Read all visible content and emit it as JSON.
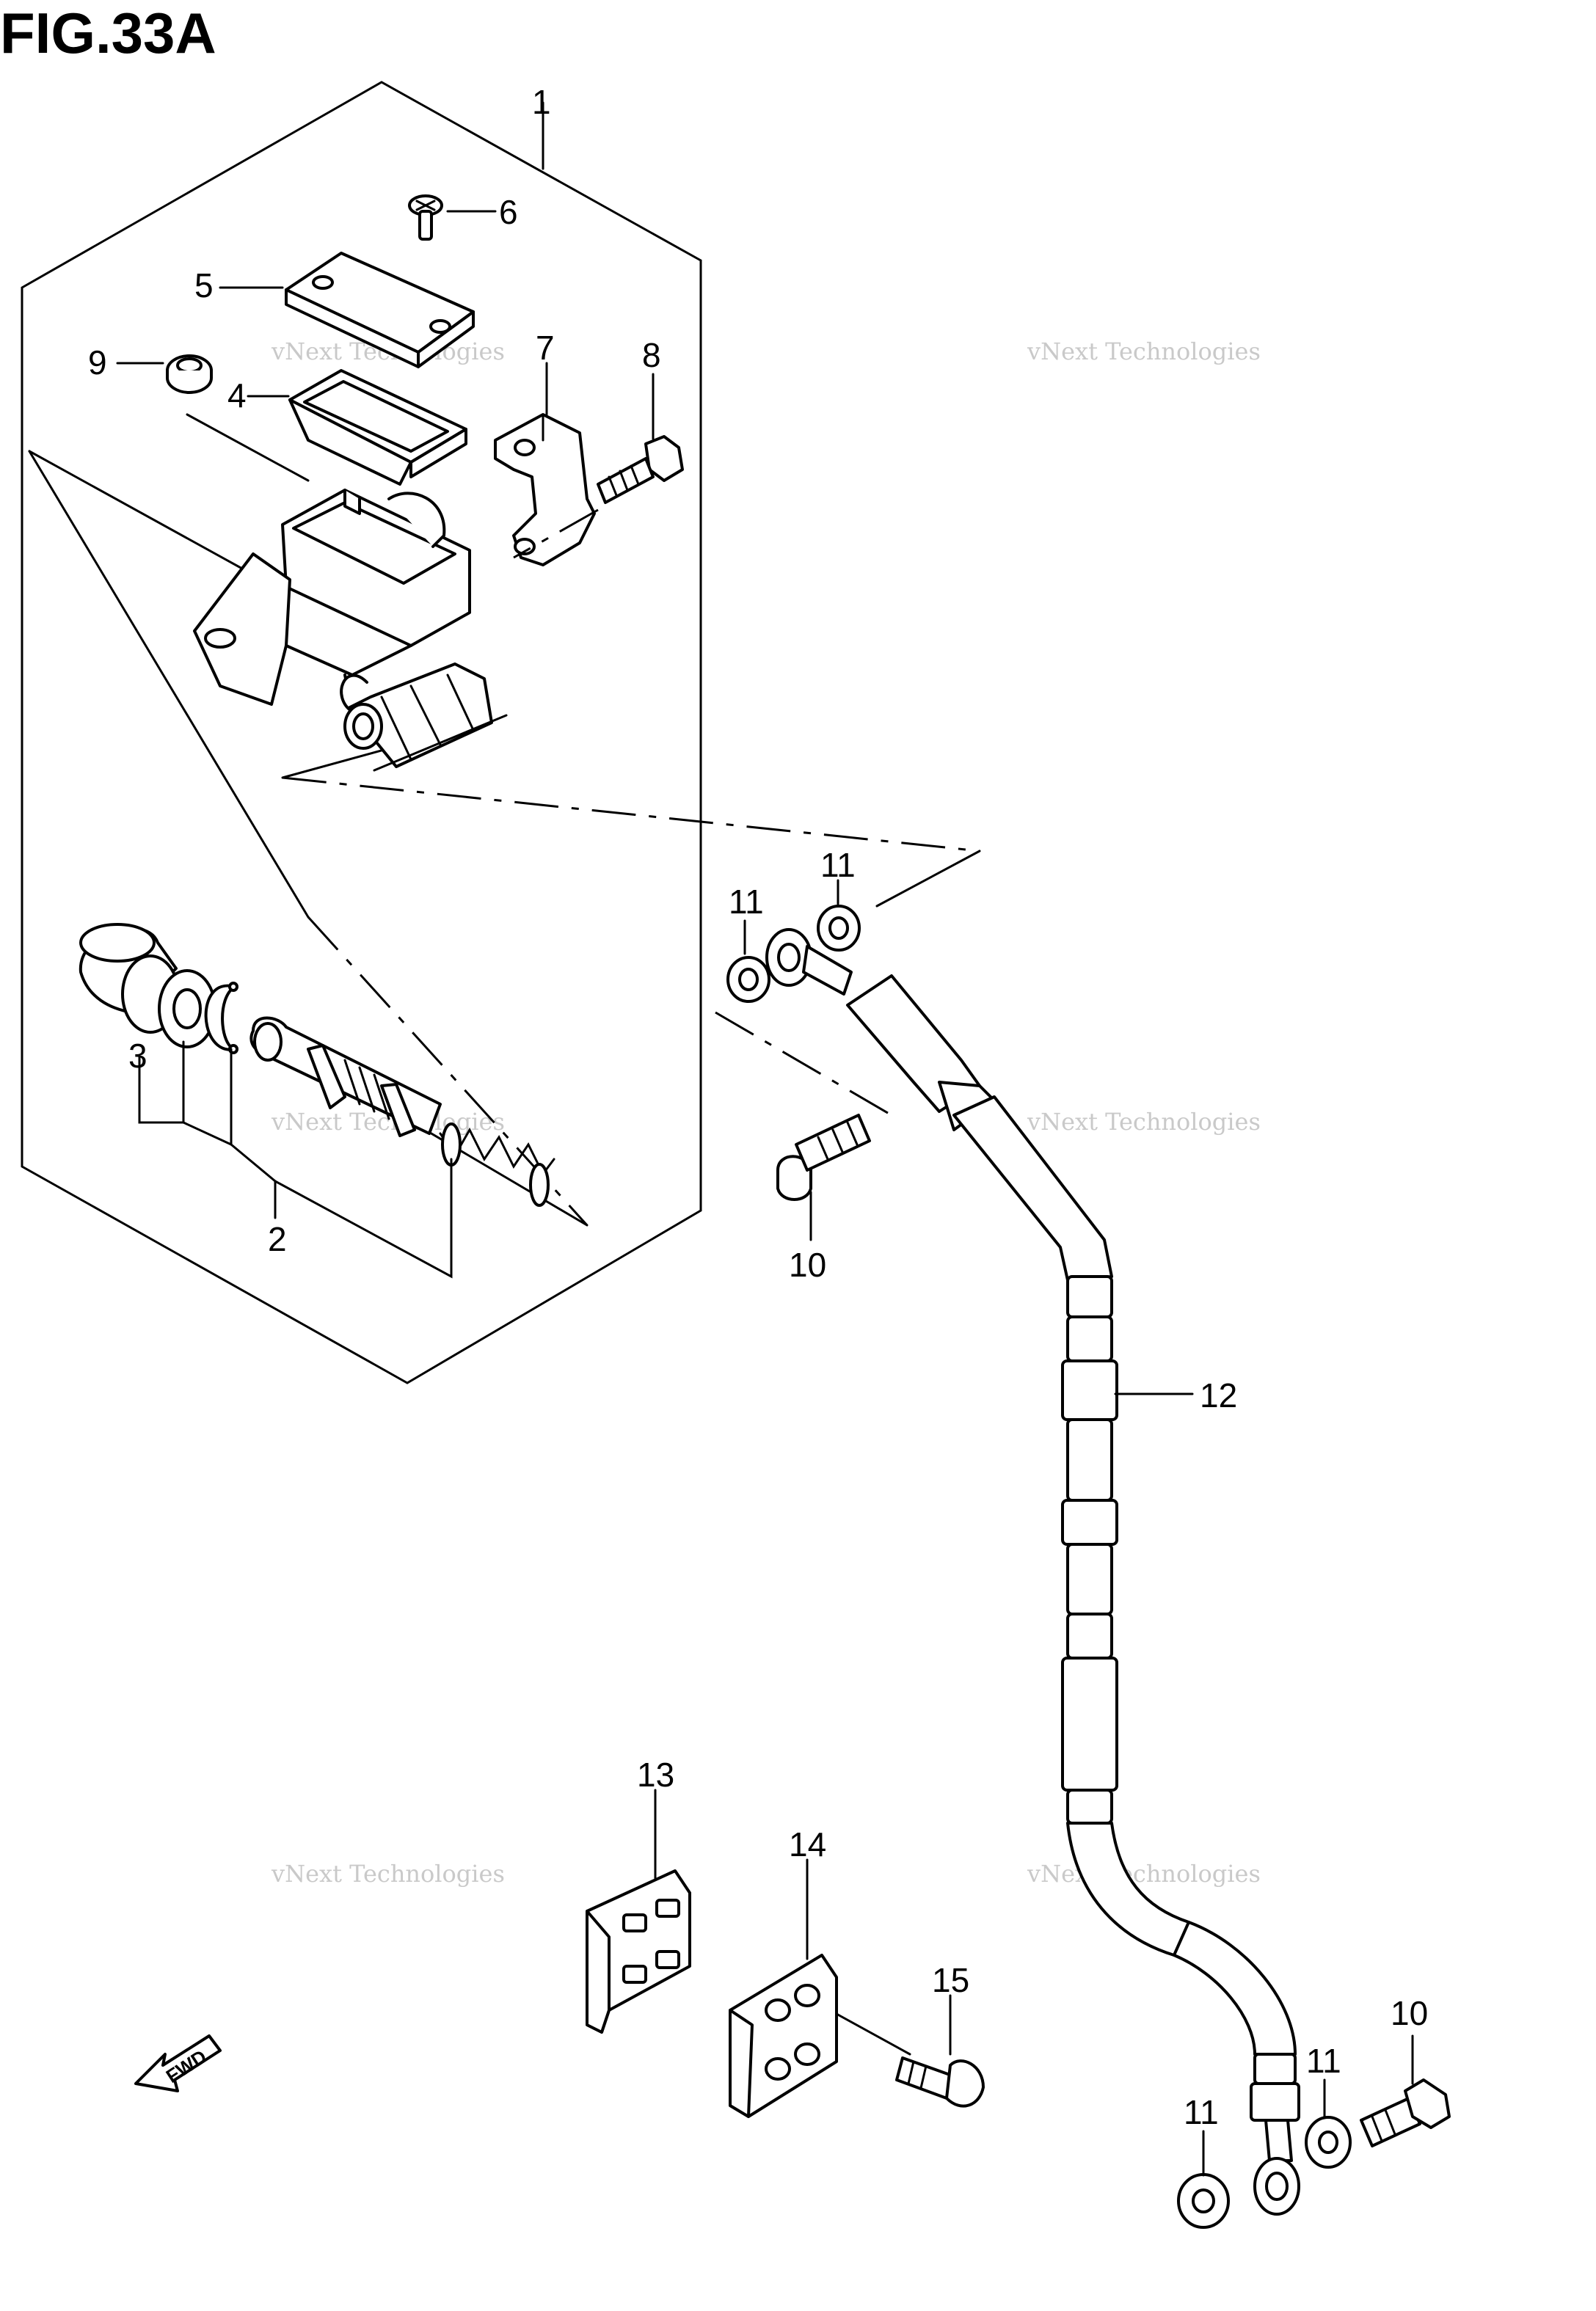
{
  "figure": {
    "title": "FIG.33A"
  },
  "callouts": [
    {
      "id": "1",
      "label": "1"
    },
    {
      "id": "2",
      "label": "2"
    },
    {
      "id": "3",
      "label": "3"
    },
    {
      "id": "4",
      "label": "4"
    },
    {
      "id": "5",
      "label": "5"
    },
    {
      "id": "6",
      "label": "6"
    },
    {
      "id": "7",
      "label": "7"
    },
    {
      "id": "8",
      "label": "8"
    },
    {
      "id": "9",
      "label": "9"
    },
    {
      "id": "10a",
      "label": "10"
    },
    {
      "id": "10b",
      "label": "10"
    },
    {
      "id": "11a",
      "label": "11"
    },
    {
      "id": "11b",
      "label": "11"
    },
    {
      "id": "11c",
      "label": "11"
    },
    {
      "id": "11d",
      "label": "11"
    },
    {
      "id": "12",
      "label": "12"
    },
    {
      "id": "13",
      "label": "13"
    },
    {
      "id": "14",
      "label": "14"
    },
    {
      "id": "15",
      "label": "15"
    }
  ],
  "watermark": {
    "line1": "vNext Technologies",
    "line2": "vNext",
    "line3": "Technologies"
  },
  "direction_marker": {
    "label": "FWD",
    "icon": "fwd-arrow-icon"
  },
  "colors": {
    "ink": "#000000",
    "watermark": "#c9c9c9",
    "background": "#ffffff"
  }
}
